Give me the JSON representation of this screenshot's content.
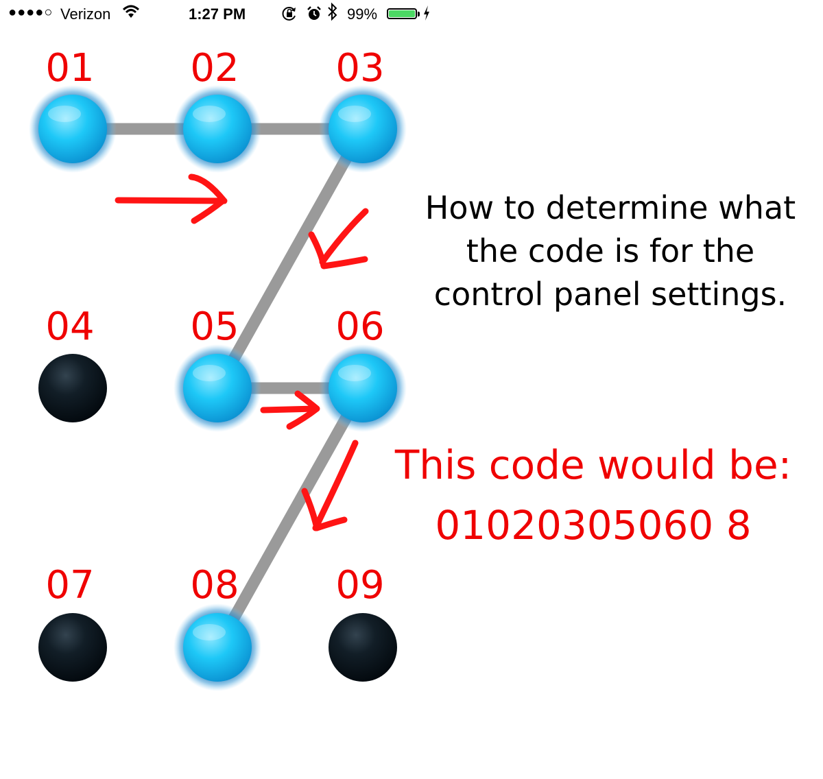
{
  "status_bar": {
    "signal": "●●●●○",
    "carrier": "Verizon",
    "time": "1:27 PM",
    "battery_percent": "99%",
    "battery_level": 0.99,
    "icons": [
      "wifi-icon",
      "orientation-lock-icon",
      "alarm-icon",
      "bluetooth-icon",
      "battery-icon",
      "charging-icon"
    ]
  },
  "pattern": {
    "nodes": [
      {
        "label": "01",
        "selected": true
      },
      {
        "label": "02",
        "selected": true
      },
      {
        "label": "03",
        "selected": true
      },
      {
        "label": "04",
        "selected": false
      },
      {
        "label": "05",
        "selected": true
      },
      {
        "label": "06",
        "selected": true
      },
      {
        "label": "07",
        "selected": false
      },
      {
        "label": "08",
        "selected": true
      },
      {
        "label": "09",
        "selected": false
      }
    ],
    "path": [
      "01",
      "02",
      "03",
      "05",
      "06",
      "08"
    ],
    "colors": {
      "selected": "#1ec8f7",
      "unselected": "#0d1a22",
      "line": "#9a9a9a",
      "label": "#ef0000",
      "arrow": "#ff1414"
    }
  },
  "annotations": {
    "instructions_lines": [
      "How to determine what",
      "the code is for the",
      "control panel settings."
    ],
    "result_line1": "This code would be:",
    "result_line2": "01020305060 8"
  }
}
